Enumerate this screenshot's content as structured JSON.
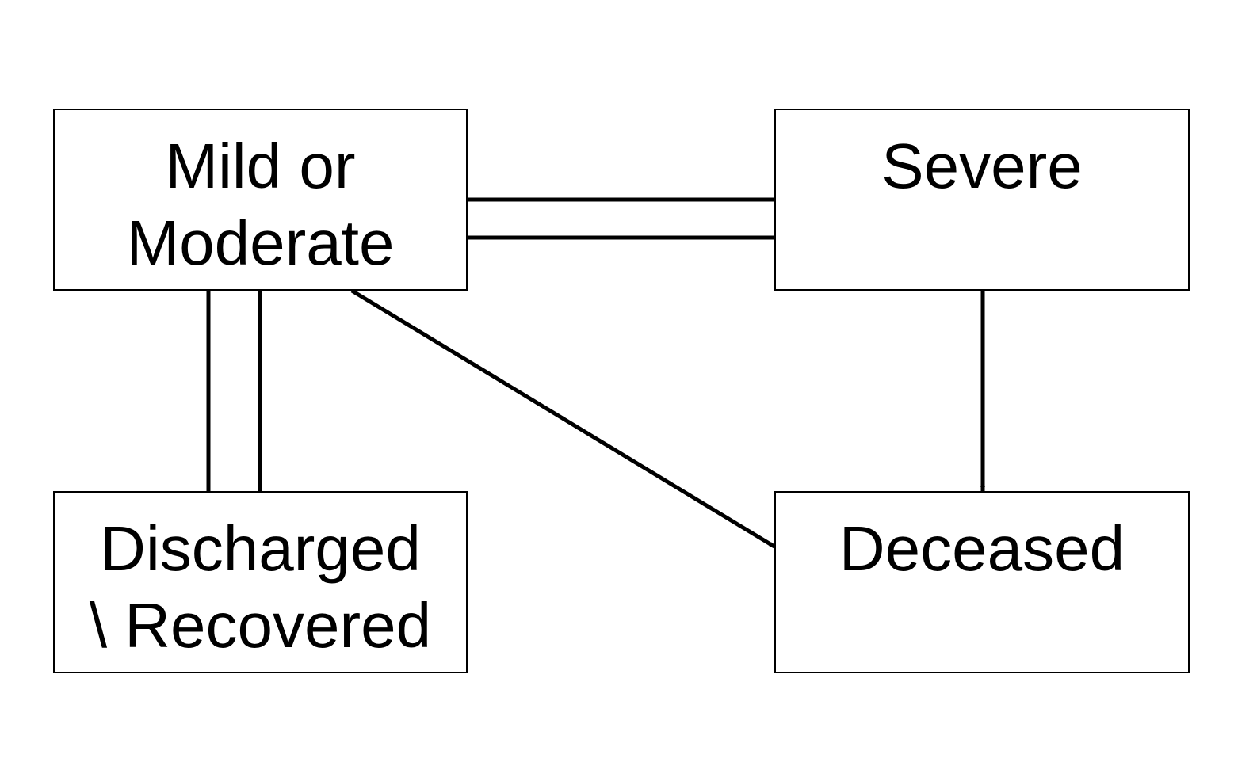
{
  "diagram": {
    "nodes": [
      {
        "id": "mild",
        "lines": [
          "Mild or",
          "Moderate"
        ]
      },
      {
        "id": "severe",
        "lines": [
          "Severe"
        ]
      },
      {
        "id": "discharged",
        "lines": [
          "Discharged",
          "\\ Recovered"
        ]
      },
      {
        "id": "deceased",
        "lines": [
          "Deceased"
        ]
      }
    ],
    "edges": [
      {
        "from": "mild",
        "to": "severe"
      },
      {
        "from": "severe",
        "to": "mild"
      },
      {
        "from": "mild",
        "to": "discharged"
      },
      {
        "from": "discharged",
        "to": "mild"
      },
      {
        "from": "mild",
        "to": "deceased"
      },
      {
        "from": "severe",
        "to": "deceased"
      }
    ],
    "colors": {
      "stroke": "#000000",
      "fill": "#ffffff",
      "text": "#000000"
    }
  }
}
